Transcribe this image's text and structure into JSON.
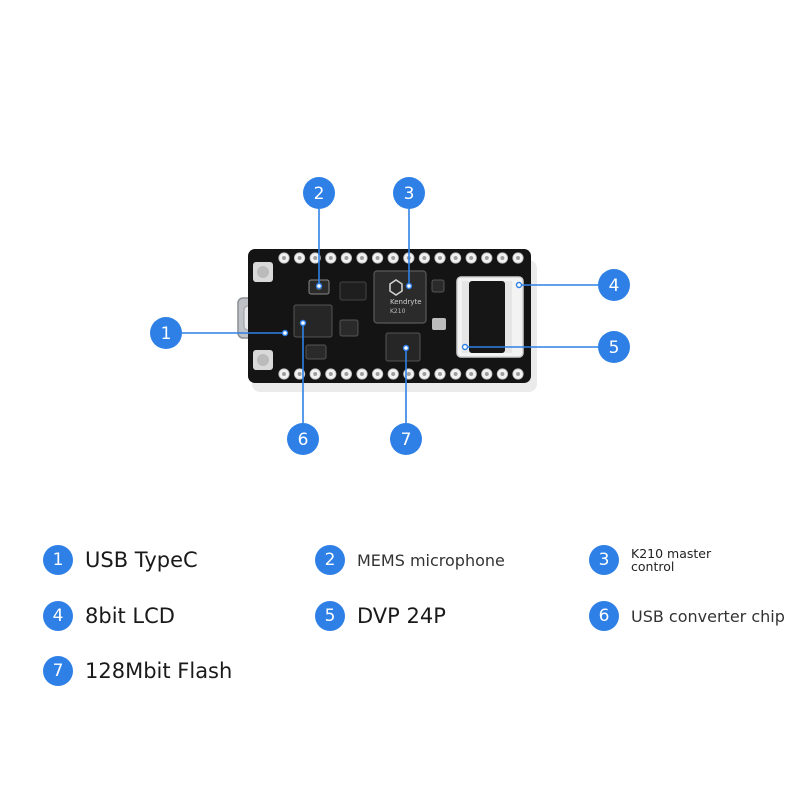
{
  "board": {
    "chip_brand": "Kendryte",
    "chip_model": "K210"
  },
  "legend": [
    {
      "num": "1",
      "label": "USB TypeC"
    },
    {
      "num": "2",
      "label": "MEMS microphone"
    },
    {
      "num": "3",
      "label": "K210 master control"
    },
    {
      "num": "4",
      "label": "8bit LCD"
    },
    {
      "num": "5",
      "label": "DVP 24P"
    },
    {
      "num": "6",
      "label": "USB converter chip"
    },
    {
      "num": "7",
      "label": "128Mbit Flash"
    }
  ],
  "colors": {
    "badge": "#2f80e6",
    "leader_line": "#2f80e6",
    "board": "#141414",
    "pin_header": "#f2f2f2"
  }
}
